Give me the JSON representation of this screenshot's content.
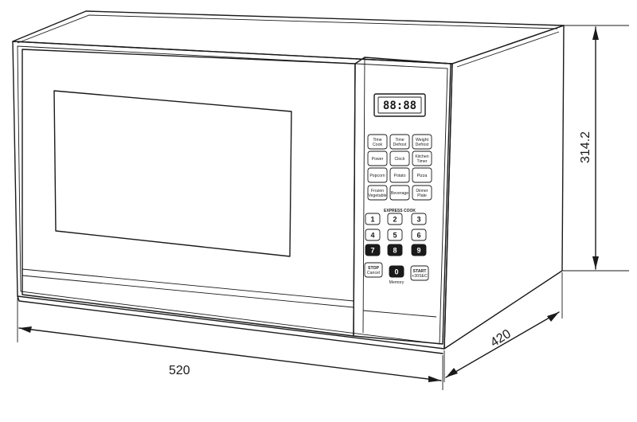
{
  "dimensions": {
    "width": "520",
    "depth": "420",
    "height": "314.2"
  },
  "display": {
    "readout": "88:88"
  },
  "function_keys": [
    [
      "Time",
      "Cook"
    ],
    [
      "Time",
      "Defrost"
    ],
    [
      "Weight",
      "Defrost"
    ],
    [
      "Power",
      ""
    ],
    [
      "Clock",
      ""
    ],
    [
      "Kitchen",
      "Timer"
    ],
    [
      "Popcorn",
      ""
    ],
    [
      "Potato",
      ""
    ],
    [
      "Pizza",
      ""
    ],
    [
      "Frozen",
      "Vegetable"
    ],
    [
      "Beverage",
      ""
    ],
    [
      "Dinner",
      "Plate"
    ]
  ],
  "express_cook_label": "EXPRESS COOK",
  "number_keys": [
    "1",
    "2",
    "3",
    "4",
    "5",
    "6",
    "7",
    "8",
    "9"
  ],
  "bottom_keys": {
    "stop": [
      "STOP",
      "Cancel"
    ],
    "zero": "0",
    "memory": "Memory",
    "start": [
      "START",
      "+30SEC"
    ]
  }
}
